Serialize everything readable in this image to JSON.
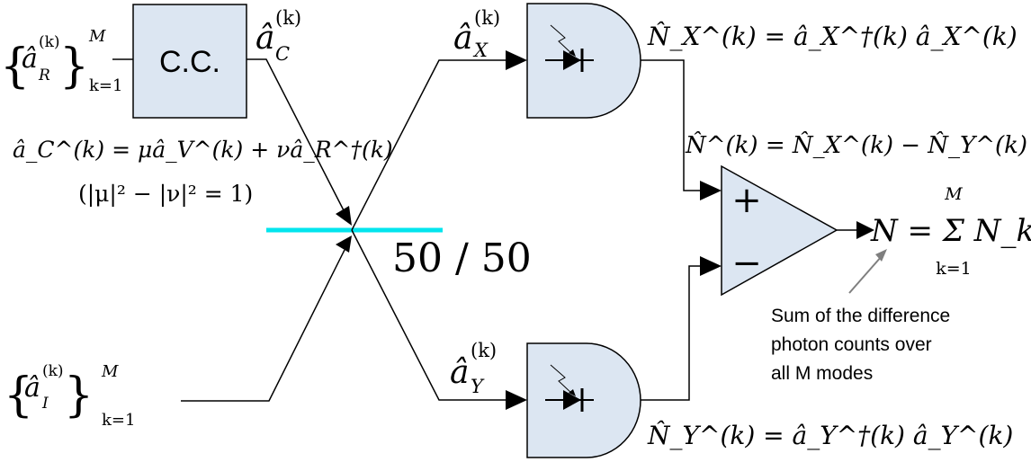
{
  "colors": {
    "box_fill": "#dce6f2",
    "beam_splitter": "#00e5ee",
    "stroke": "#000000",
    "pointer": "#7f7f7f"
  },
  "inputs": {
    "top": {
      "operator": "â",
      "sup": "(k)",
      "sub": "R",
      "range_sup": "M",
      "range_sub": "k=1"
    },
    "bottom": {
      "operator": "â",
      "sup": "(k)",
      "sub": "I",
      "range_sup": "M",
      "range_sub": "k=1"
    }
  },
  "cc_box": {
    "label": "C.C.",
    "output": {
      "operator": "â",
      "sup": "(k)",
      "sub": "C"
    }
  },
  "equations": {
    "cc_relation": "â_C^(k) = μâ_V^(k) + νâ_R^†(k)",
    "constraint": "(|μ|² − |ν|² = 1)"
  },
  "beam_splitter": {
    "label": "50 / 50",
    "icon": "beam-splitter-line"
  },
  "arms": {
    "x": {
      "operator": "â",
      "sup": "(k)",
      "sub": "X"
    },
    "y": {
      "operator": "â",
      "sup": "(k)",
      "sub": "Y"
    }
  },
  "detectors": {
    "x": {
      "icon": "photodiode-icon",
      "equation": "N̂_X^(k) = â_X^†(k) â_X^(k)"
    },
    "y": {
      "icon": "photodiode-icon",
      "equation": "N̂_Y^(k) = â_Y^†(k) â_Y^(k)"
    }
  },
  "subtractor": {
    "plus": "+",
    "minus": "−",
    "equation": "N̂^(k) = N̂_X^(k) − N̂_Y^(k)"
  },
  "output": {
    "equation": "N = Σ N_k",
    "sum_upper": "M",
    "sum_lower": "k=1"
  },
  "annotation": {
    "lines": [
      "Sum of the difference",
      "photon counts over",
      "all M modes"
    ]
  }
}
